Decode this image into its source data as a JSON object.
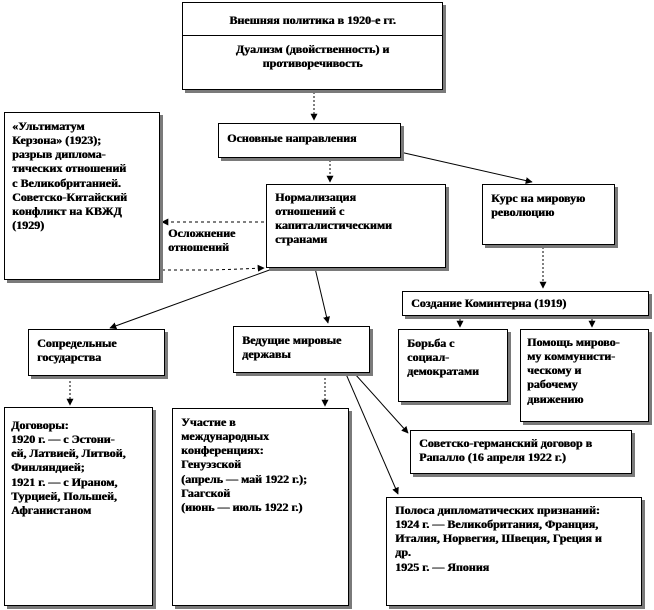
{
  "title_box": {
    "title": "Внешняя политика в 1920-е гг.",
    "subtitle_lines": [
      "Дуализм (двойственность) и",
      "противоречивость"
    ]
  },
  "main_directions": "Основные направления",
  "normalization": [
    "Нормализация",
    "отношений  с",
    "капиталистическими",
    "странами"
  ],
  "world_revolution": [
    "Курс на мировую",
    "революцию"
  ],
  "left_events": [
    "«Ультиматум",
    "Керзона» (1923);",
    "разрыв диплома-",
    "тических отношений",
    "с Великобританией.",
    "Советско-Китайский",
    "конфликт  на КВЖД",
    "(1929)"
  ],
  "complication_label": [
    "Осложнение",
    "отношений"
  ],
  "comintern": "Создание Коминтерна (1919)",
  "social_democrats": [
    "Борьба с",
    "социал-",
    "демократами"
  ],
  "help_movement": [
    "Помощь мирово-",
    "му коммунисти-",
    "ческому и",
    "рабочему",
    "движению"
  ],
  "neighbors": [
    "Сопредельные",
    "государства"
  ],
  "world_powers": [
    "Ведущие мировые",
    "державы"
  ],
  "treaties": [
    "Договоры:",
    "1920 г. — с Эстони-",
    "ей, Латвией, Литвой,",
    "Финляндией;",
    "1921 г. — с Ираном,",
    "Турцией,  Польшей,",
    "Афганистаном"
  ],
  "conferences": [
    "Участие в",
    "международных",
    "конференциях:",
    "Генуэзской",
    "(апрель — май 1922 г.);",
    "Гаагской",
    "(июнь — июль 1922 г.)"
  ],
  "rapallo": [
    "Советско-германский договор в",
    "Рапалло (16 апреля 1922 г.)"
  ],
  "recognition": [
    "Полоса дипломатических признаний:",
    "1924 г. — Великобритания, Франция,",
    "Италия, Норвегия, Швеция, Греция и",
    "др.",
    "1925 г. — Япония"
  ]
}
